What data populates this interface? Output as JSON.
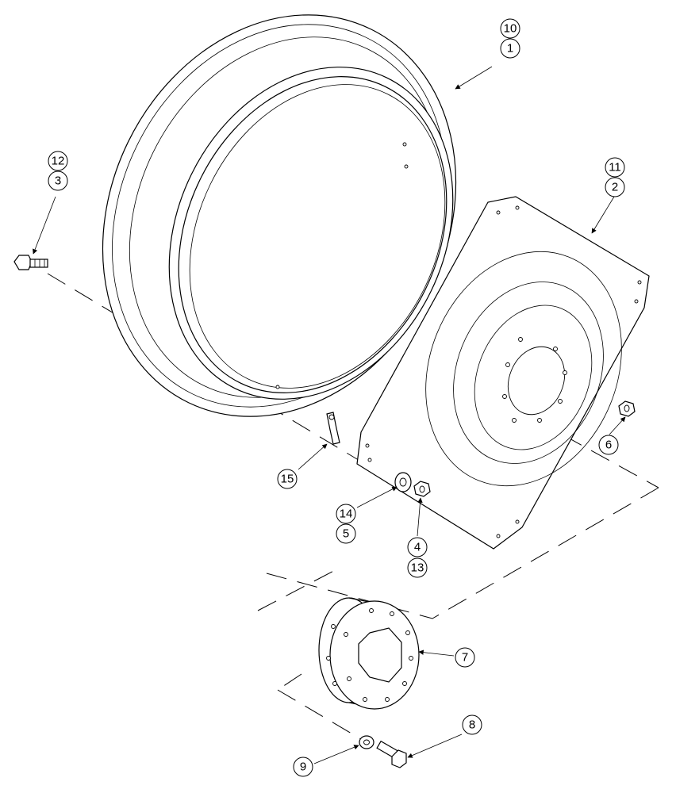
{
  "callouts": {
    "c10": "10",
    "c1": "1",
    "c12": "12",
    "c3": "3",
    "c11": "11",
    "c2": "2",
    "c6": "6",
    "c15": "15",
    "c14": "14",
    "c5": "5",
    "c4": "4",
    "c13": "13",
    "c7": "7",
    "c8": "8",
    "c9": "9"
  }
}
